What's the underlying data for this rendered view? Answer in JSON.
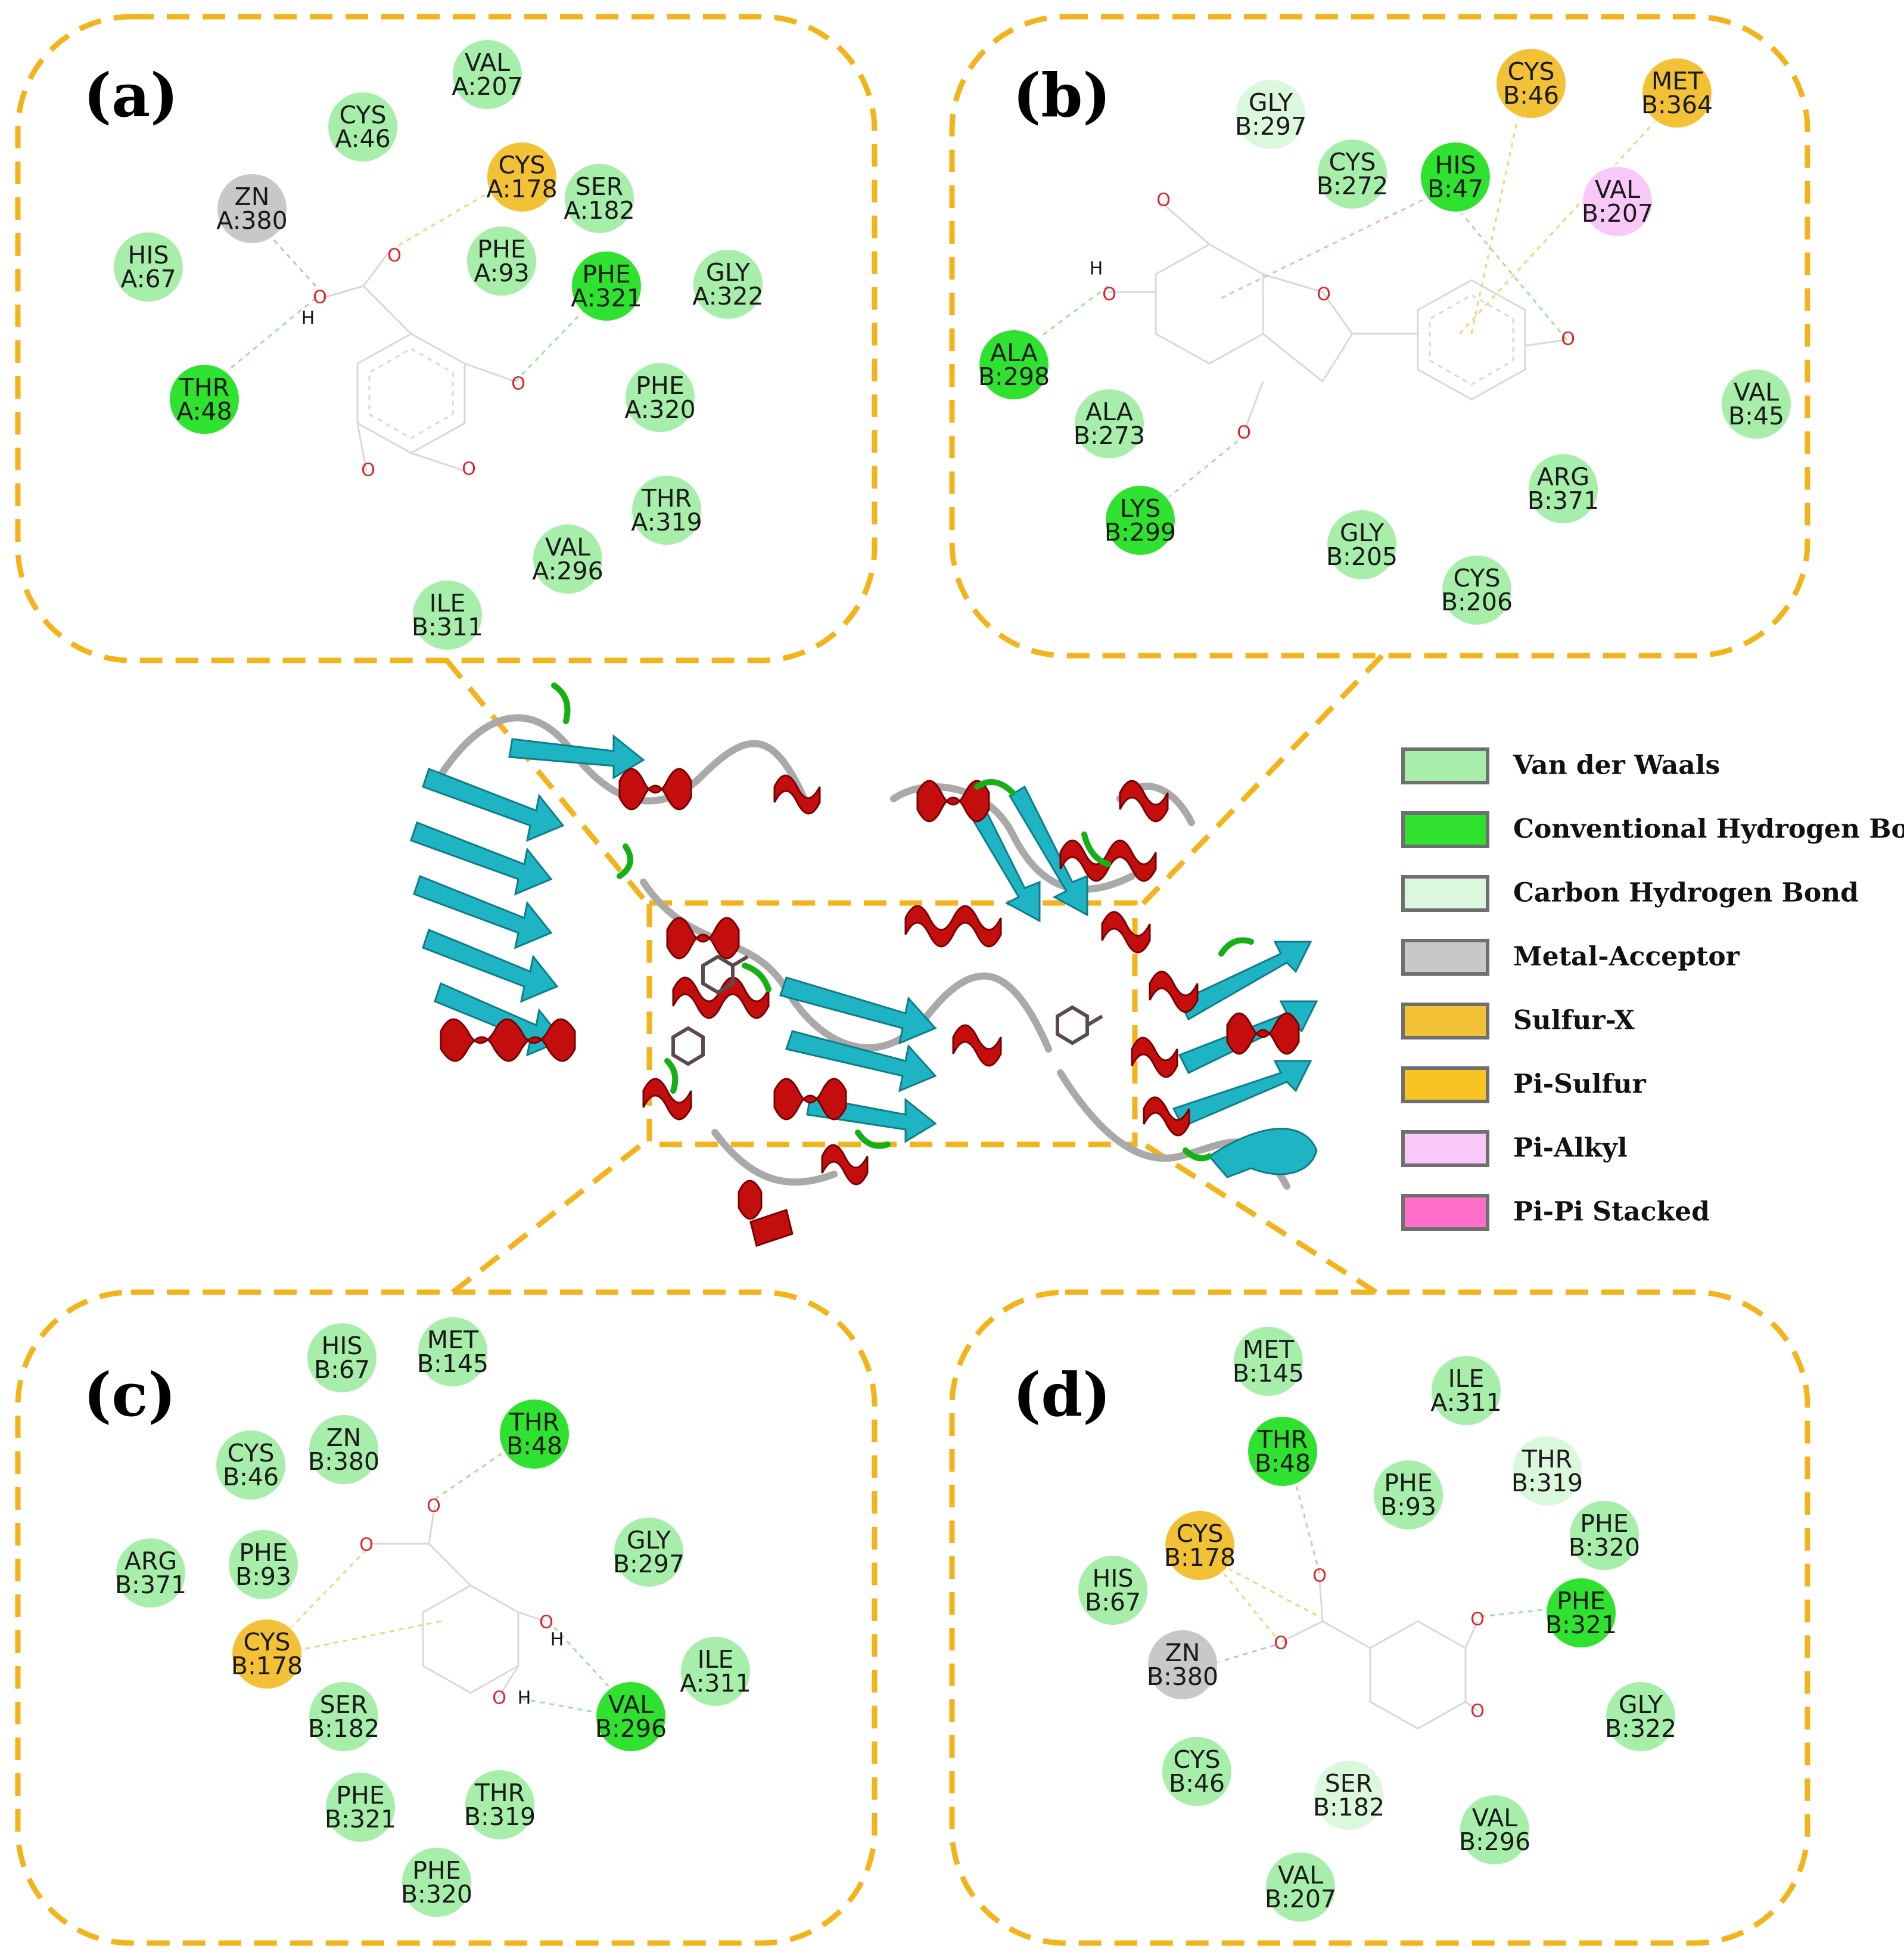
{
  "colors": {
    "frame": "#f3b31b",
    "van_der_waals": "#a7eeaa",
    "conventional_hbond": "#2fe22f",
    "carbon_hbond": "#dbf7dc",
    "metal_acceptor": "#c8c8c8",
    "sulfur_x": "#f3c136",
    "pi_sulfur": "#f7c423",
    "pi_alkyl": "#f8c8f8",
    "pi_pi_stacked": "#ff6ec9",
    "helix": "#c40e0e",
    "sheet": "#1fb4c4",
    "coil": "#a9a9a9",
    "turn": "#15b015"
  },
  "panels": [
    {
      "label": "(a)",
      "residues": [
        {
          "name": "VAL",
          "id": "A:207",
          "type": "van_der_waals"
        },
        {
          "name": "CYS",
          "id": "A:46",
          "type": "van_der_waals"
        },
        {
          "name": "ZN",
          "id": "A:380",
          "type": "metal_acceptor"
        },
        {
          "name": "CYS",
          "id": "A:178",
          "type": "sulfur_x"
        },
        {
          "name": "SER",
          "id": "A:182",
          "type": "van_der_waals"
        },
        {
          "name": "HIS",
          "id": "A:67",
          "type": "van_der_waals"
        },
        {
          "name": "PHE",
          "id": "A:93",
          "type": "van_der_waals"
        },
        {
          "name": "PHE",
          "id": "A:321",
          "type": "conventional_hbond"
        },
        {
          "name": "GLY",
          "id": "A:322",
          "type": "van_der_waals"
        },
        {
          "name": "THR",
          "id": "A:48",
          "type": "conventional_hbond"
        },
        {
          "name": "PHE",
          "id": "A:320",
          "type": "van_der_waals"
        },
        {
          "name": "THR",
          "id": "A:319",
          "type": "van_der_waals"
        },
        {
          "name": "VAL",
          "id": "A:296",
          "type": "van_der_waals"
        },
        {
          "name": "ILE",
          "id": "B:311",
          "type": "van_der_waals"
        }
      ]
    },
    {
      "label": "(b)",
      "residues": [
        {
          "name": "CYS",
          "id": "B:46",
          "type": "sulfur_x"
        },
        {
          "name": "MET",
          "id": "B:364",
          "type": "sulfur_x"
        },
        {
          "name": "GLY",
          "id": "B:297",
          "type": "carbon_hbond"
        },
        {
          "name": "HIS",
          "id": "B:47",
          "type": "conventional_hbond"
        },
        {
          "name": "CYS",
          "id": "B:272",
          "type": "van_der_waals"
        },
        {
          "name": "VAL",
          "id": "B:207",
          "type": "pi_alkyl"
        },
        {
          "name": "ALA",
          "id": "B:298",
          "type": "conventional_hbond"
        },
        {
          "name": "ALA",
          "id": "B:273",
          "type": "van_der_waals"
        },
        {
          "name": "VAL",
          "id": "B:45",
          "type": "van_der_waals"
        },
        {
          "name": "ARG",
          "id": "B:371",
          "type": "van_der_waals"
        },
        {
          "name": "LYS",
          "id": "B:299",
          "type": "conventional_hbond"
        },
        {
          "name": "GLY",
          "id": "B:205",
          "type": "van_der_waals"
        },
        {
          "name": "CYS",
          "id": "B:206",
          "type": "van_der_waals"
        }
      ]
    },
    {
      "label": "(c)",
      "residues": [
        {
          "name": "HIS",
          "id": "B:67",
          "type": "van_der_waals"
        },
        {
          "name": "MET",
          "id": "B:145",
          "type": "van_der_waals"
        },
        {
          "name": "THR",
          "id": "B:48",
          "type": "conventional_hbond"
        },
        {
          "name": "CYS",
          "id": "B:46",
          "type": "van_der_waals"
        },
        {
          "name": "ZN",
          "id": "B:380",
          "type": "van_der_waals"
        },
        {
          "name": "GLY",
          "id": "B:297",
          "type": "van_der_waals"
        },
        {
          "name": "ARG",
          "id": "B:371",
          "type": "van_der_waals"
        },
        {
          "name": "PHE",
          "id": "B:93",
          "type": "van_der_waals"
        },
        {
          "name": "CYS",
          "id": "B:178",
          "type": "sulfur_x"
        },
        {
          "name": "ILE",
          "id": "A:311",
          "type": "van_der_waals"
        },
        {
          "name": "SER",
          "id": "B:182",
          "type": "van_der_waals"
        },
        {
          "name": "VAL",
          "id": "B:296",
          "type": "conventional_hbond"
        },
        {
          "name": "PHE",
          "id": "B:321",
          "type": "van_der_waals"
        },
        {
          "name": "THR",
          "id": "B:319",
          "type": "van_der_waals"
        },
        {
          "name": "PHE",
          "id": "B:320",
          "type": "van_der_waals"
        }
      ]
    },
    {
      "label": "(d)",
      "residues": [
        {
          "name": "MET",
          "id": "B:145",
          "type": "van_der_waals"
        },
        {
          "name": "ILE",
          "id": "A:311",
          "type": "van_der_waals"
        },
        {
          "name": "THR",
          "id": "B:48",
          "type": "conventional_hbond"
        },
        {
          "name": "THR",
          "id": "B:319",
          "type": "carbon_hbond"
        },
        {
          "name": "PHE",
          "id": "B:93",
          "type": "van_der_waals"
        },
        {
          "name": "PHE",
          "id": "B:320",
          "type": "van_der_waals"
        },
        {
          "name": "CYS",
          "id": "B:178",
          "type": "sulfur_x"
        },
        {
          "name": "HIS",
          "id": "B:67",
          "type": "van_der_waals"
        },
        {
          "name": "PHE",
          "id": "B:321",
          "type": "conventional_hbond"
        },
        {
          "name": "ZN",
          "id": "B:380",
          "type": "metal_acceptor"
        },
        {
          "name": "GLY",
          "id": "B:322",
          "type": "van_der_waals"
        },
        {
          "name": "CYS",
          "id": "B:46",
          "type": "van_der_waals"
        },
        {
          "name": "SER",
          "id": "B:182",
          "type": "carbon_hbond"
        },
        {
          "name": "VAL",
          "id": "B:296",
          "type": "van_der_waals"
        },
        {
          "name": "VAL",
          "id": "B:207",
          "type": "van_der_waals"
        }
      ]
    }
  ],
  "atom_labels": {
    "oxygen": "O",
    "hydrogen": "H"
  },
  "legend": [
    {
      "label": "Van der Waals",
      "type": "van_der_waals"
    },
    {
      "label": "Conventional Hydrogen Bond",
      "type": "conventional_hbond"
    },
    {
      "label": "Carbon Hydrogen Bond",
      "type": "carbon_hbond"
    },
    {
      "label": "Metal-Acceptor",
      "type": "metal_acceptor"
    },
    {
      "label": "Sulfur-X",
      "type": "sulfur_x"
    },
    {
      "label": "Pi-Sulfur",
      "type": "pi_sulfur"
    },
    {
      "label": "Pi-Alkyl",
      "type": "pi_alkyl"
    },
    {
      "label": "Pi-Pi Stacked",
      "type": "pi_pi_stacked"
    }
  ]
}
